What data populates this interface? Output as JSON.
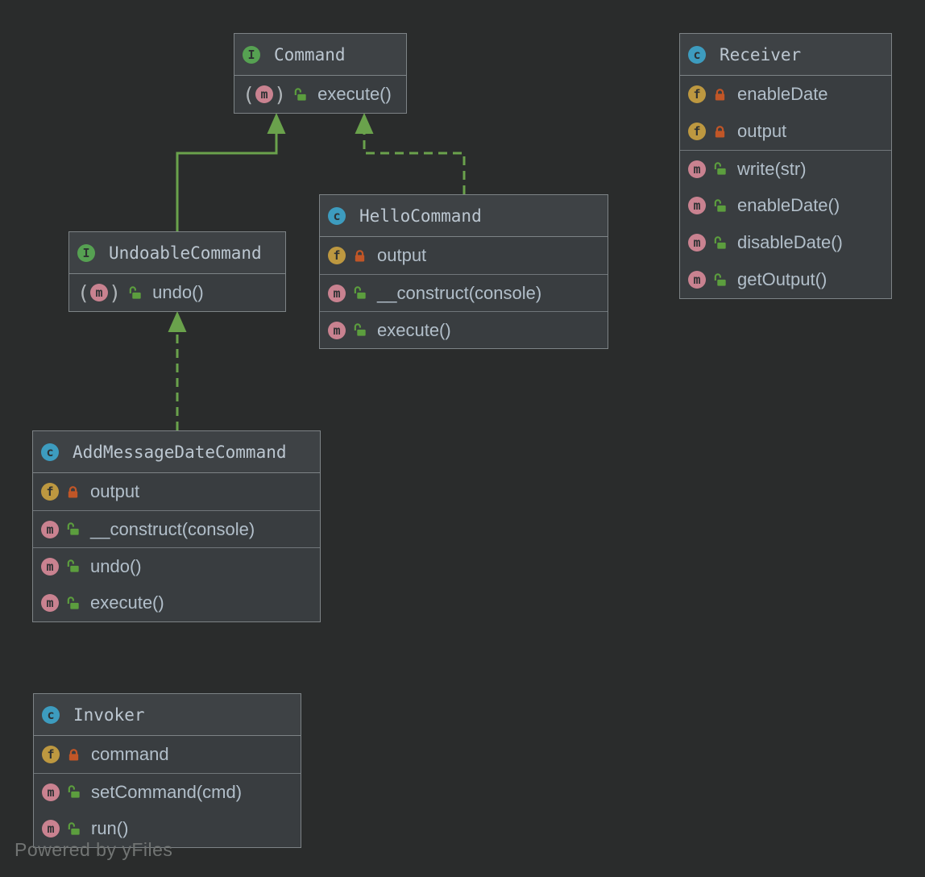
{
  "watermark": "Powered by yFiles",
  "colors": {
    "background": "#2a2c2c",
    "node_body": "#393d40",
    "node_header": "#3e4245",
    "node_border": "#7d8386",
    "edge_green": "#6aa24c",
    "interface_icon": "#56a152",
    "class_icon": "#3d9cbf",
    "field_icon": "#bd9840",
    "method_icon": "#c98290",
    "private_lock": "#c15627",
    "public_lock": "#5c9e3e",
    "member_text": "#b2bfca",
    "title_text": "#bcc7d1"
  },
  "classes": [
    {
      "name": "Command",
      "kind": "interface",
      "icon_letter": "I",
      "rows": [
        {
          "icon": "m",
          "kind": "abstract-method",
          "visibility": "public",
          "label": "execute()"
        }
      ]
    },
    {
      "name": "Receiver",
      "kind": "class",
      "icon_letter": "c",
      "rows": [
        {
          "icon": "f",
          "kind": "field",
          "visibility": "private",
          "label": "enableDate"
        },
        {
          "icon": "f",
          "kind": "field",
          "visibility": "private",
          "label": "output"
        },
        {
          "icon": "m",
          "kind": "method",
          "visibility": "public",
          "label": "write(str)"
        },
        {
          "icon": "m",
          "kind": "method",
          "visibility": "public",
          "label": "enableDate()"
        },
        {
          "icon": "m",
          "kind": "method",
          "visibility": "public",
          "label": "disableDate()"
        },
        {
          "icon": "m",
          "kind": "method",
          "visibility": "public",
          "label": "getOutput()"
        }
      ]
    },
    {
      "name": "HelloCommand",
      "kind": "class",
      "icon_letter": "c",
      "rows": [
        {
          "icon": "f",
          "kind": "field",
          "visibility": "private",
          "label": "output"
        },
        {
          "icon": "m",
          "kind": "constructor",
          "visibility": "public",
          "label": "__construct(console)"
        },
        {
          "icon": "m",
          "kind": "method",
          "visibility": "public",
          "label": "execute()"
        }
      ]
    },
    {
      "name": "UndoableCommand",
      "kind": "interface",
      "icon_letter": "I",
      "rows": [
        {
          "icon": "m",
          "kind": "abstract-method",
          "visibility": "public",
          "label": "undo()"
        }
      ]
    },
    {
      "name": "AddMessageDateCommand",
      "kind": "class",
      "icon_letter": "c",
      "rows": [
        {
          "icon": "f",
          "kind": "field",
          "visibility": "private",
          "label": "output"
        },
        {
          "icon": "m",
          "kind": "constructor",
          "visibility": "public",
          "label": "__construct(console)"
        },
        {
          "icon": "m",
          "kind": "method",
          "visibility": "public",
          "label": "undo()"
        },
        {
          "icon": "m",
          "kind": "method",
          "visibility": "public",
          "label": "execute()"
        }
      ]
    },
    {
      "name": "Invoker",
      "kind": "class",
      "icon_letter": "c",
      "rows": [
        {
          "icon": "f",
          "kind": "field",
          "visibility": "private",
          "label": "command"
        },
        {
          "icon": "m",
          "kind": "method",
          "visibility": "public",
          "label": "setCommand(cmd)"
        },
        {
          "icon": "m",
          "kind": "method",
          "visibility": "public",
          "label": "run()"
        }
      ]
    }
  ],
  "edges": [
    {
      "from": "UndoableCommand",
      "to": "Command",
      "relation": "extends",
      "line": "solid"
    },
    {
      "from": "HelloCommand",
      "to": "Command",
      "relation": "implements",
      "line": "dashed"
    },
    {
      "from": "AddMessageDateCommand",
      "to": "UndoableCommand",
      "relation": "implements",
      "line": "dashed"
    }
  ]
}
